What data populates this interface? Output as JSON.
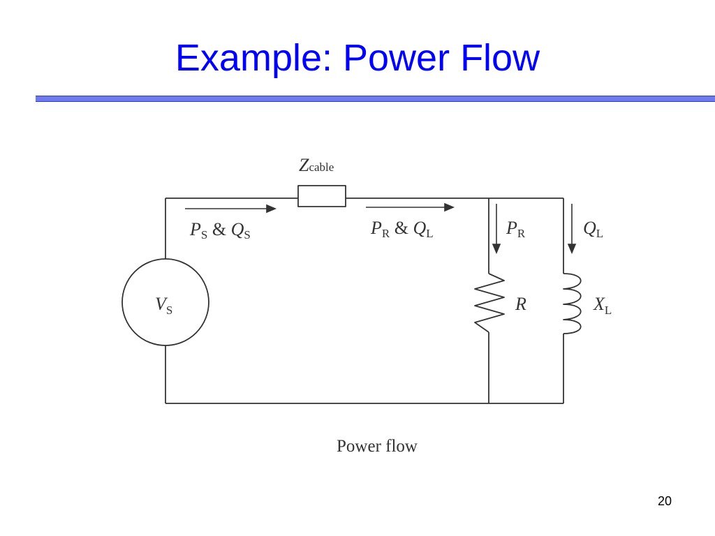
{
  "slide": {
    "title": "Example: Power Flow",
    "page_number": "20"
  },
  "diagram": {
    "caption": "Power flow",
    "cable": {
      "main": "Z",
      "sub": "cable"
    },
    "source": {
      "main": "V",
      "sub": "S"
    },
    "sending_flow": {
      "p": "P",
      "p_sub": "S",
      "amp": " & ",
      "q": "Q",
      "q_sub": "S"
    },
    "receiving_flow": {
      "p": "P",
      "p_sub": "R",
      "amp": " & ",
      "q": "Q",
      "q_sub": "L"
    },
    "resistor_flow": {
      "main": "P",
      "sub": "R"
    },
    "inductor_flow": {
      "main": "Q",
      "sub": "L"
    },
    "resistor_label": "R",
    "inductor_label": {
      "main": "X",
      "sub": "L"
    }
  }
}
